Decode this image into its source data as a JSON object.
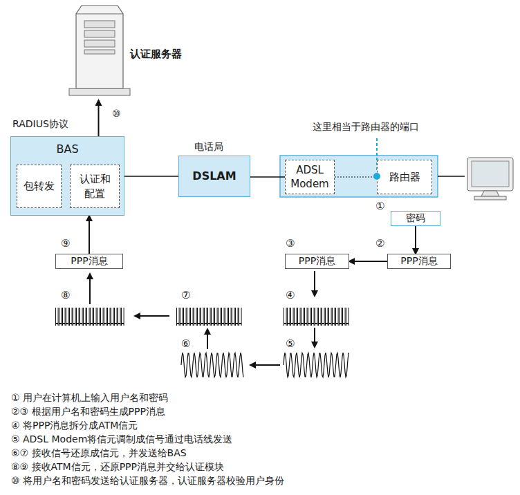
{
  "diagram": {
    "nodes": [
      {
        "text": [
          "认证服务器"
        ]
      },
      {
        "text": [
          "BAS"
        ]
      },
      {
        "text": [
          "包转发"
        ],
        "in": 1
      },
      {
        "text": [
          "认证和 配置"
        ],
        "in": 1
      },
      {
        "text": [
          "电话局",
          "DSLAM"
        ]
      },
      {
        "text": [
          "ADSL Modem"
        ]
      },
      {
        "text": [
          "路由器"
        ]
      },
      {
        "text": [
          "密码"
        ]
      },
      {
        "text": [
          "PPP消息"
        ]
      },
      {
        "text": [
          "PPP消息"
        ]
      },
      {
        "text": [
          "PPP消息"
        ]
      }
    ],
    "edges": [
      {
        "from": 1,
        "to": 0,
        "arrow": "to"
      },
      {
        "from": 1,
        "to": 4,
        "arrow": "none"
      },
      {
        "from": 4,
        "to": 5,
        "arrow": "none"
      },
      {
        "from": 5,
        "to": 6,
        "arrow": "none"
      },
      {
        "from": 7,
        "to": 8,
        "arrow": "to"
      },
      {
        "from": 8,
        "to": 9,
        "arrow": "to"
      },
      {
        "from": 10,
        "to": 1,
        "arrow": "to"
      }
    ],
    "labels": [
      "RADIUS协议",
      "⑩",
      "这里相当于路由器的端口",
      "①",
      "②",
      "③",
      "④",
      "⑤",
      "⑥",
      "⑦",
      "⑧",
      "⑨",
      "① 用户在计算机上输入用户名和密码",
      "②③ 根据用户名和密码生成PPP消息",
      "④ 将PPP消息拆分成ATM信元",
      "⑤ ADSL Modem将信元调制成信号通过电话线发送",
      "⑥⑦ 接收信号还原成信元，并发送给BAS",
      "⑧⑨ 接收ATM信元，还原PPP消息并交给认证模块",
      "⑩ 将用户名和密码发送给认证服务器，认证服务器校验用户身份"
    ]
  }
}
